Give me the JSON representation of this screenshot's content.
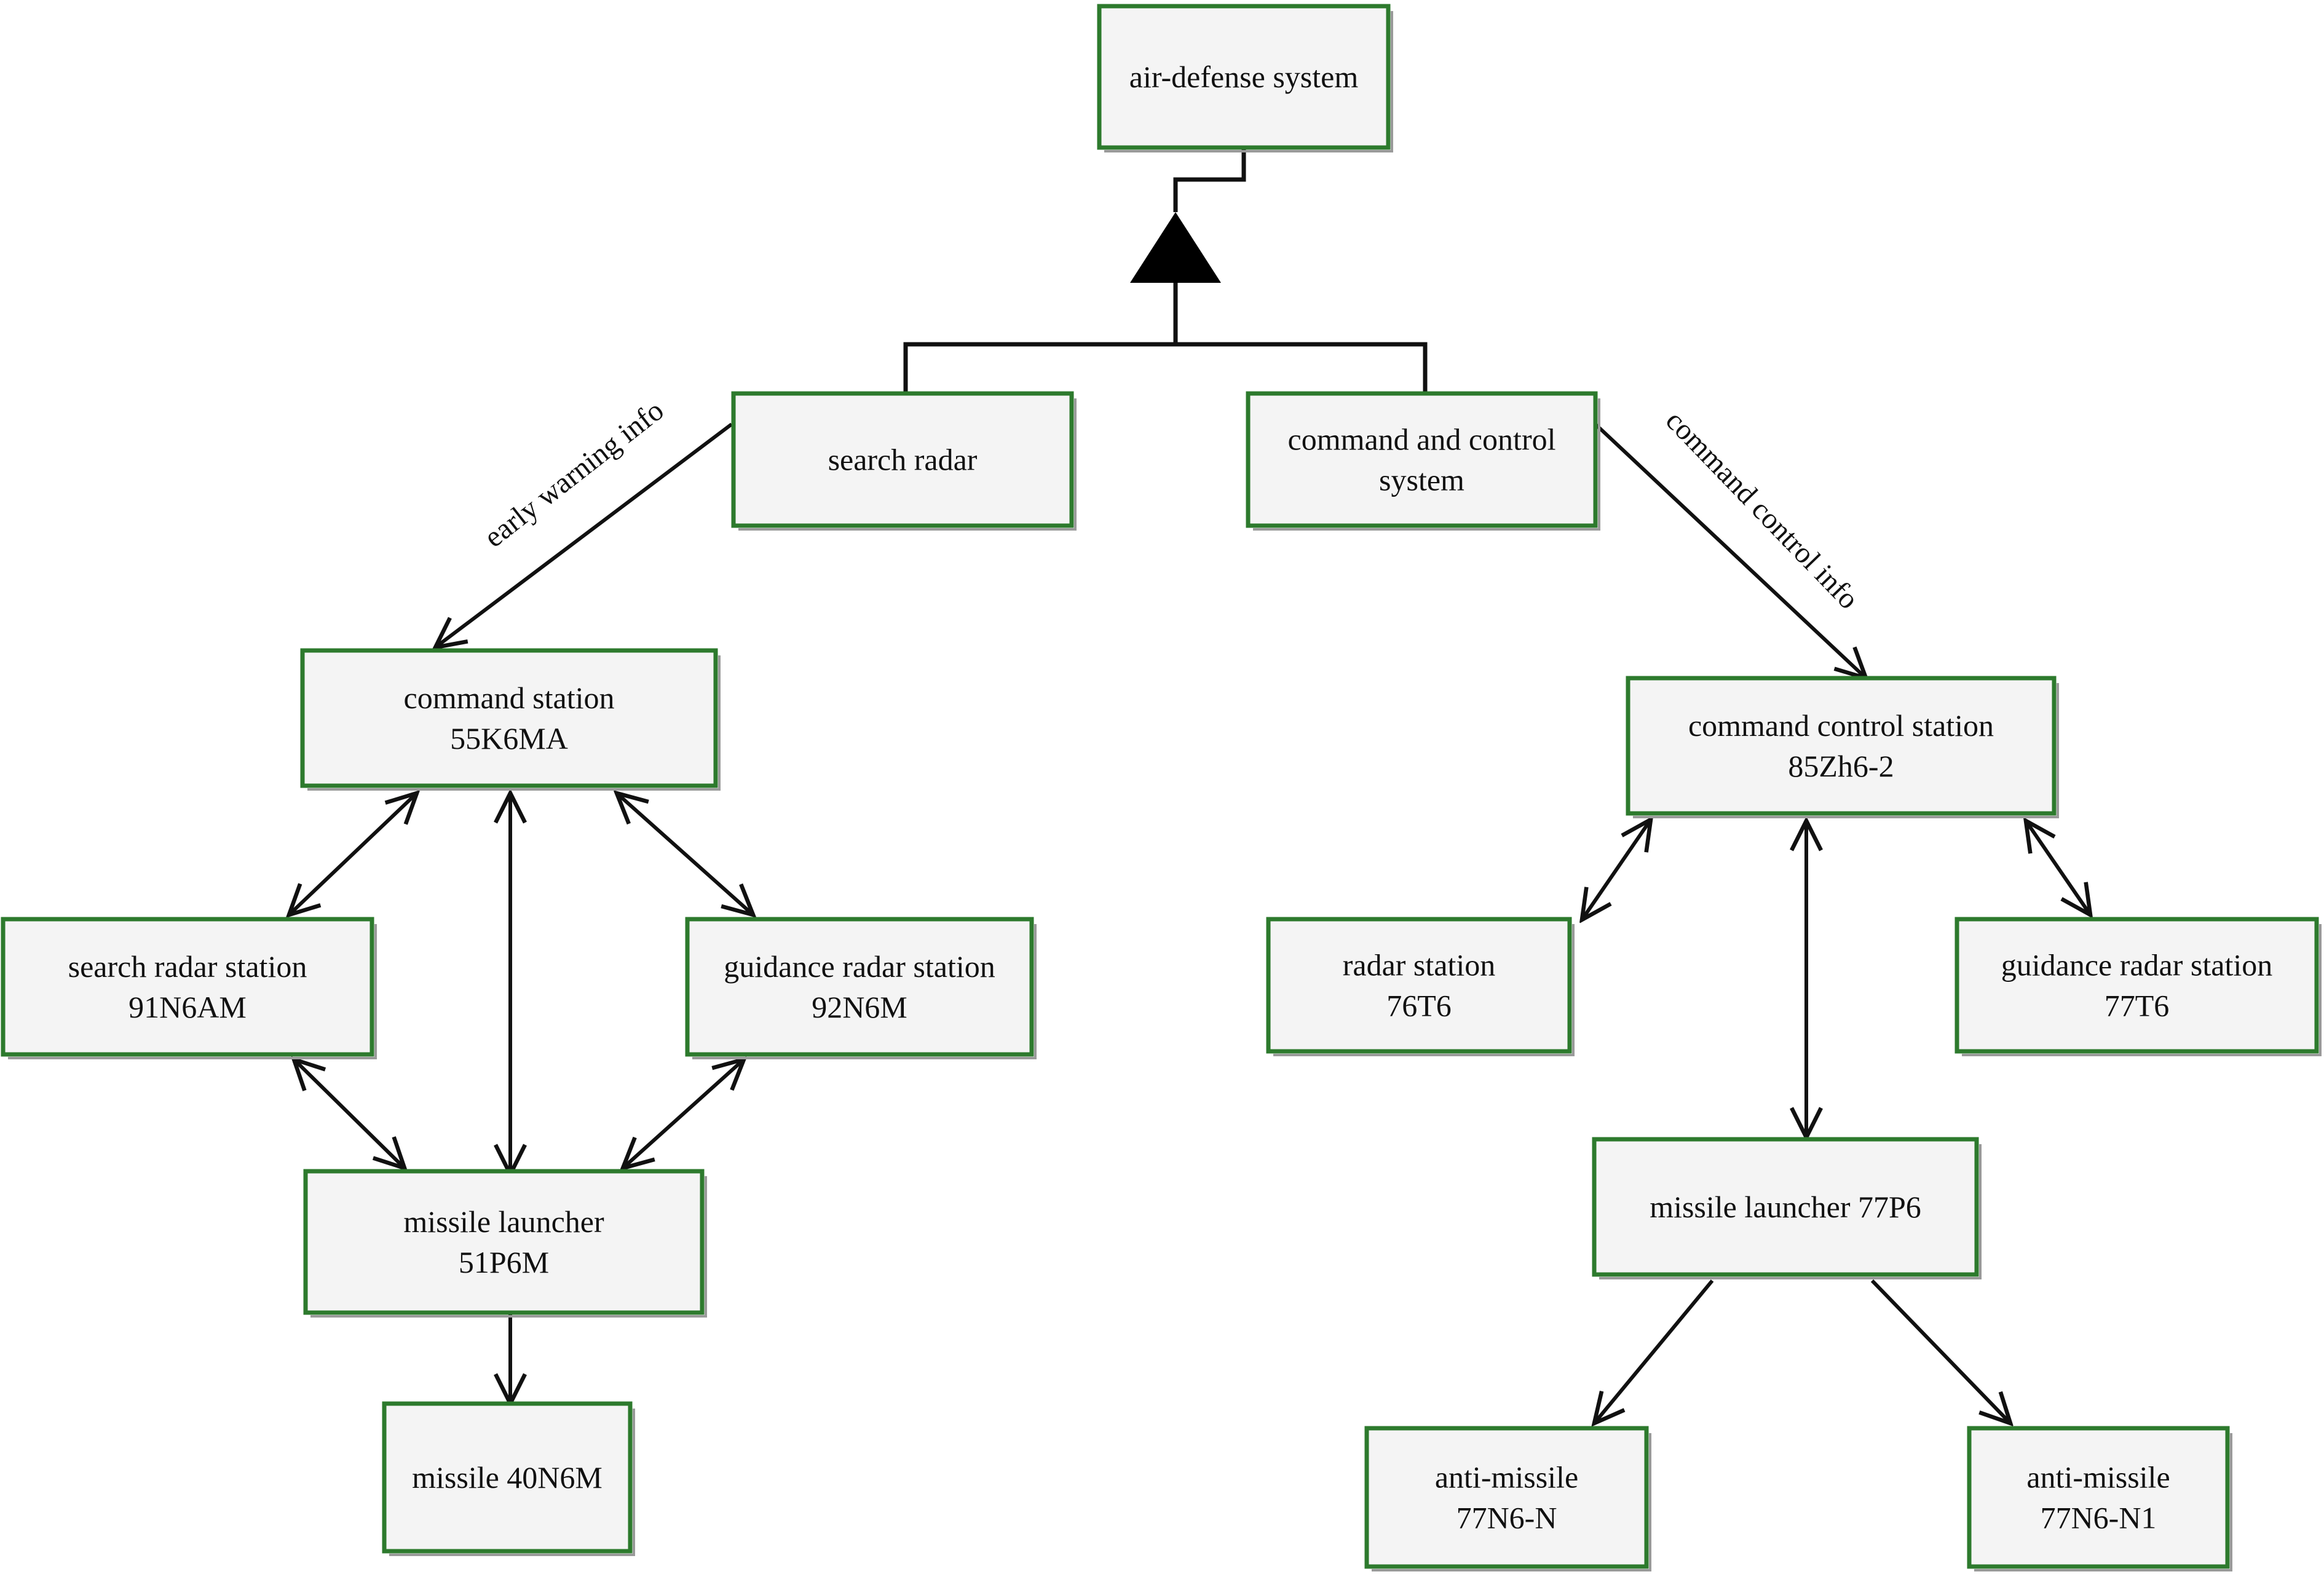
{
  "nodes": {
    "air_defense": [
      "air-defense system"
    ],
    "search_radar": [
      "search radar"
    ],
    "c2_system": [
      "command and control",
      "system"
    ],
    "cmd_station": [
      "command station",
      "55K6MA"
    ],
    "search_radar_station": [
      "search radar station",
      "91N6AM"
    ],
    "guidance_radar_left": [
      "guidance radar station",
      "92N6M"
    ],
    "launcher_left": [
      "missile launcher",
      "51P6M"
    ],
    "missile": [
      "missile 40N6M"
    ],
    "cc_station": [
      "command control station",
      "85Zh6-2"
    ],
    "radar_station": [
      "radar station",
      "76T6"
    ],
    "guidance_radar_right": [
      "guidance radar station",
      "77T6"
    ],
    "launcher_right": [
      "missile launcher 77P6"
    ],
    "anti_missile_n": [
      "anti-missile",
      "77N6-N"
    ],
    "anti_missile_n1": [
      "anti-missile",
      "77N6-N1"
    ]
  },
  "edge_labels": {
    "early_warning": "early warning info",
    "command_control": "command control info"
  },
  "colors": {
    "box_border": "#2d7a2d",
    "box_fill": "#f4f4f4",
    "line": "#111111"
  }
}
